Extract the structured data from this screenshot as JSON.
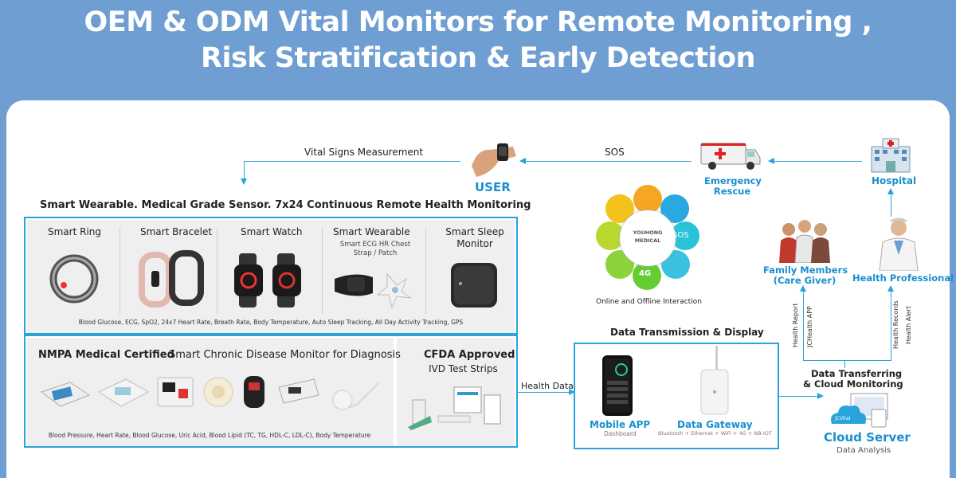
{
  "header": {
    "line1": "OEM & ODM Vital Monitors for Remote Monitoring ,",
    "line2": "Risk Stratification & Early Detection"
  },
  "top_flow": {
    "vital_signs": "Vital Signs Measurement",
    "user": "USER",
    "sos": "SOS",
    "emergency_line1": "Emergency",
    "emergency_line2": "Rescue",
    "hospital": "Hospital"
  },
  "wearables": {
    "heading": "Smart Wearable. Medical Grade Sensor. 7x24 Continuous Remote Health Monitoring",
    "items": [
      {
        "title": "Smart Ring",
        "sub": ""
      },
      {
        "title": "Smart Bracelet",
        "sub": ""
      },
      {
        "title": "Smart Watch",
        "sub": ""
      },
      {
        "title": "Smart Wearable",
        "sub": "Smart ECG HR Chest Strap / Patch"
      },
      {
        "title": "Smart Sleep Monitor",
        "sub": ""
      }
    ],
    "features": "Blood Glucose, ECG, SpO2, 24x7 Heart Rate, Breath Rate, Body Temperature, Auto Sleep Tracking, All Day Activity Tracking, GPS"
  },
  "chronic": {
    "certified": "NMPA Medical Certified",
    "title": "Smart Chronic Disease Monitor for Diagnosis",
    "features": "Blood Pressure, Heart Rate, Blood Glucose, Uric Acid, Blood Lipid (TC, TG, HDL-C, LDL-C), Body Temperature"
  },
  "cfda": {
    "title": "CFDA Approved",
    "sub": "IVD Test Strips"
  },
  "wheel": {
    "center_line1": "YOUHONG",
    "center_line2": "MEDICAL",
    "sos": "SOS",
    "fourg": "4G",
    "caption": "Online and Offline Interaction"
  },
  "people": {
    "family_line1": "Family Members",
    "family_line2": "(Care Giver)",
    "professional": "Health Professional",
    "health_report": "Health Report",
    "jchealth_app": "JCHealth APP",
    "health_records": "Health Records",
    "health_alert": "Health Alert"
  },
  "transmission": {
    "heading": "Data Transmission & Display",
    "health_data": "Health Data",
    "mobile_app": "Mobile APP",
    "dashboard": "Dashboard",
    "gateway": "Data Gateway",
    "gateway_sub": "Bluetooth + Ethernet + WiFi + 4G + NB-IOT"
  },
  "cloud": {
    "transfer_line1": "Data Transferring",
    "transfer_line2": "& Cloud Monitoring",
    "server": "Cloud Server",
    "analysis": "Data Analysis",
    "logo": "JCVital"
  },
  "colors": {
    "accent": "#29a3dc",
    "banner": "#6f9fd2",
    "title_blue": "#1a8fd0"
  }
}
